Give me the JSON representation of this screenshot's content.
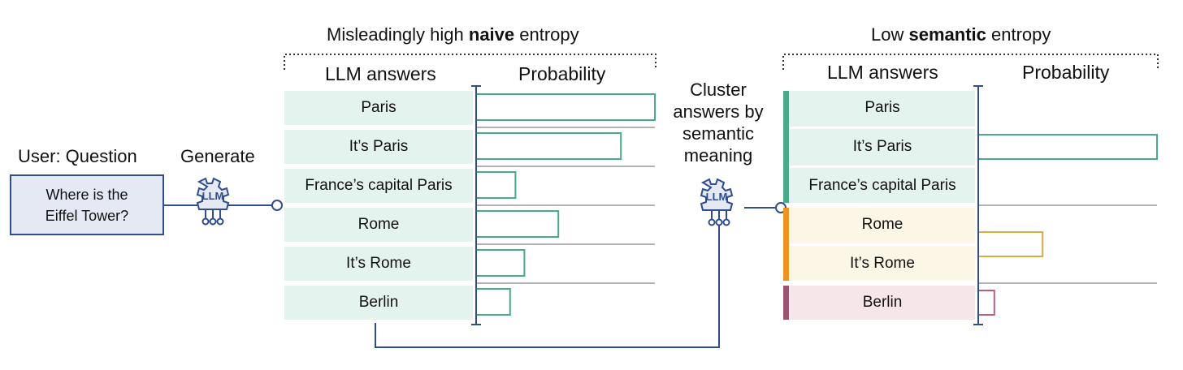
{
  "user_label": "User: Question",
  "question_line1": "Where is the",
  "question_line2": "Eiffel Tower?",
  "generate_label": "Generate",
  "llm_icon_text": "LLM",
  "cluster_label_lines": [
    "Cluster",
    "answers by",
    "semantic",
    "meaning"
  ],
  "left_panel": {
    "title_prefix": "Misleadingly high ",
    "title_bold": "naive",
    "title_suffix": " entropy",
    "col_answers": "LLM answers",
    "col_prob": "Probability",
    "answers": [
      {
        "label": "Paris",
        "prob": 1.0
      },
      {
        "label": "It’s Paris",
        "prob": 0.81
      },
      {
        "label": "France’s capital Paris",
        "prob": 0.22
      },
      {
        "label": "Rome",
        "prob": 0.46
      },
      {
        "label": "It’s Rome",
        "prob": 0.27
      },
      {
        "label": "Berlin",
        "prob": 0.19
      }
    ]
  },
  "right_panel": {
    "title_prefix": "Low ",
    "title_bold": "semantic",
    "title_suffix": " entropy",
    "col_answers": "LLM answers",
    "col_prob": "Probability",
    "answers": [
      "Paris",
      "It’s Paris",
      "France’s capital Paris",
      "Rome",
      "It’s Rome",
      "Berlin"
    ],
    "clusters": [
      {
        "members": 3,
        "prob": 1.0,
        "color": "#47ab87"
      },
      {
        "members": 2,
        "prob": 0.36,
        "color": "#d8ac43"
      },
      {
        "members": 1,
        "prob": 0.09,
        "color": "#b85f7d"
      }
    ]
  },
  "colors": {
    "accent_blue": "#2f4d8f",
    "green": "#47ab87",
    "orange": "#f0921e",
    "maroon": "#9c5370"
  }
}
